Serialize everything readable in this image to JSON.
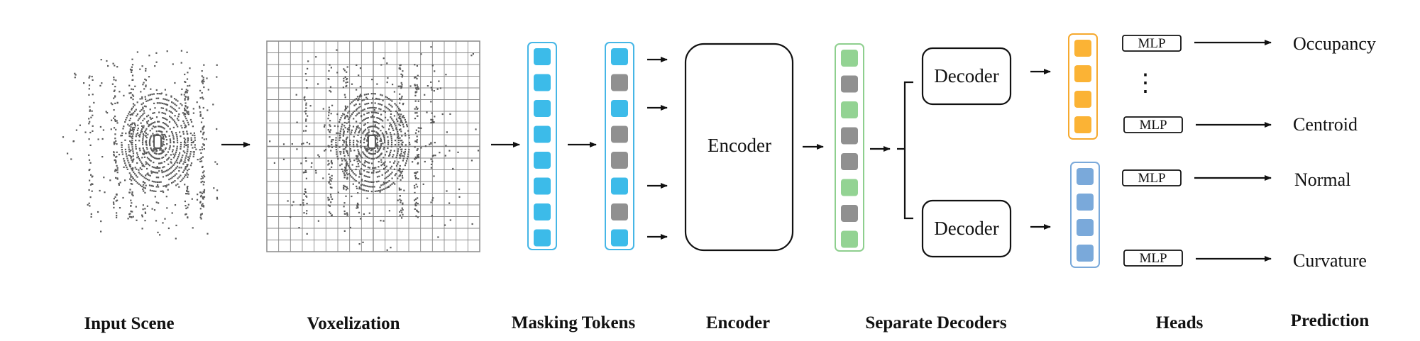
{
  "stages": {
    "input_scene": "Input Scene",
    "voxelization": "Voxelization",
    "masking_tokens": "Masking Tokens",
    "encoder": "Encoder",
    "separate_decoders": "Separate Decoders",
    "heads": "Heads",
    "prediction": "Prediction"
  },
  "encoder_box": {
    "label": "Encoder"
  },
  "decoders": {
    "top": "Decoder",
    "bottom": "Decoder"
  },
  "heads": {
    "mlp_label": "MLP",
    "ellipsis": "⋮"
  },
  "outputs": {
    "occupancy": "Occupancy",
    "centroid": "Centroid",
    "normal": "Normal",
    "curvature": "Curvature"
  },
  "colors": {
    "token_blue": "#3cbbe9",
    "token_gray": "#909090",
    "token_green": "#93d393",
    "token_orange": "#fbb335",
    "token_steel": "#7aa9da",
    "frame_blue": "#45b6e6",
    "frame_green": "#8ecf8e",
    "frame_orange": "#f6a92e",
    "frame_steel": "#7aa9da",
    "point": "#5a5a5a",
    "grid": "#8a8a8a"
  }
}
